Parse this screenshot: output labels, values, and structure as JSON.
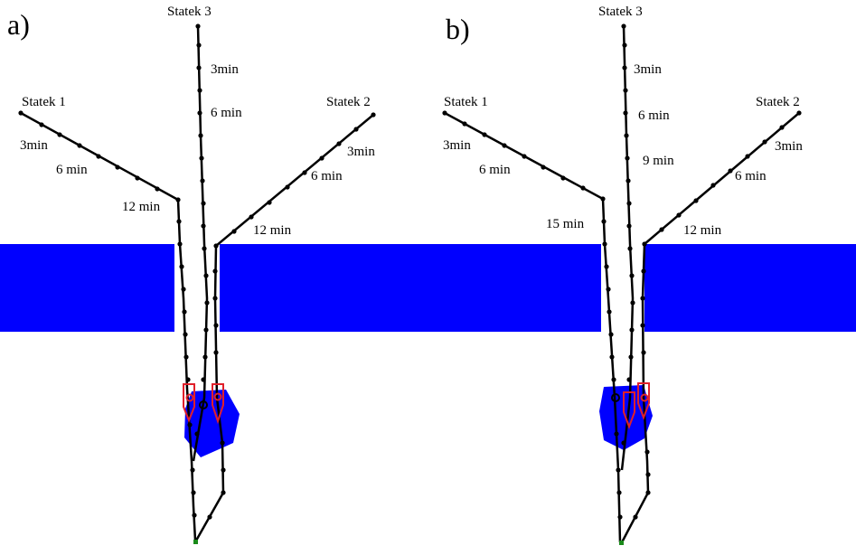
{
  "colors": {
    "water_block": "#0000ff",
    "path": "#000000",
    "ship_outline": "#e0202a",
    "target": "#1a8a1a"
  },
  "panels": [
    {
      "label": "a)",
      "ships": [
        "Statek 1",
        "Statek 2",
        "Statek 3"
      ],
      "time_labels": [
        "3min",
        "6 min",
        "12 min",
        "3min",
        "6 min",
        "12 min",
        "3min",
        "6 min"
      ]
    },
    {
      "label": "b)",
      "ships": [
        "Statek 1",
        "Statek 2",
        "Statek 3"
      ],
      "time_labels": [
        "3min",
        "6 min",
        "15 min",
        "3min",
        "6 min",
        "12 min",
        "3min",
        "6 min",
        "9 min"
      ]
    }
  ]
}
